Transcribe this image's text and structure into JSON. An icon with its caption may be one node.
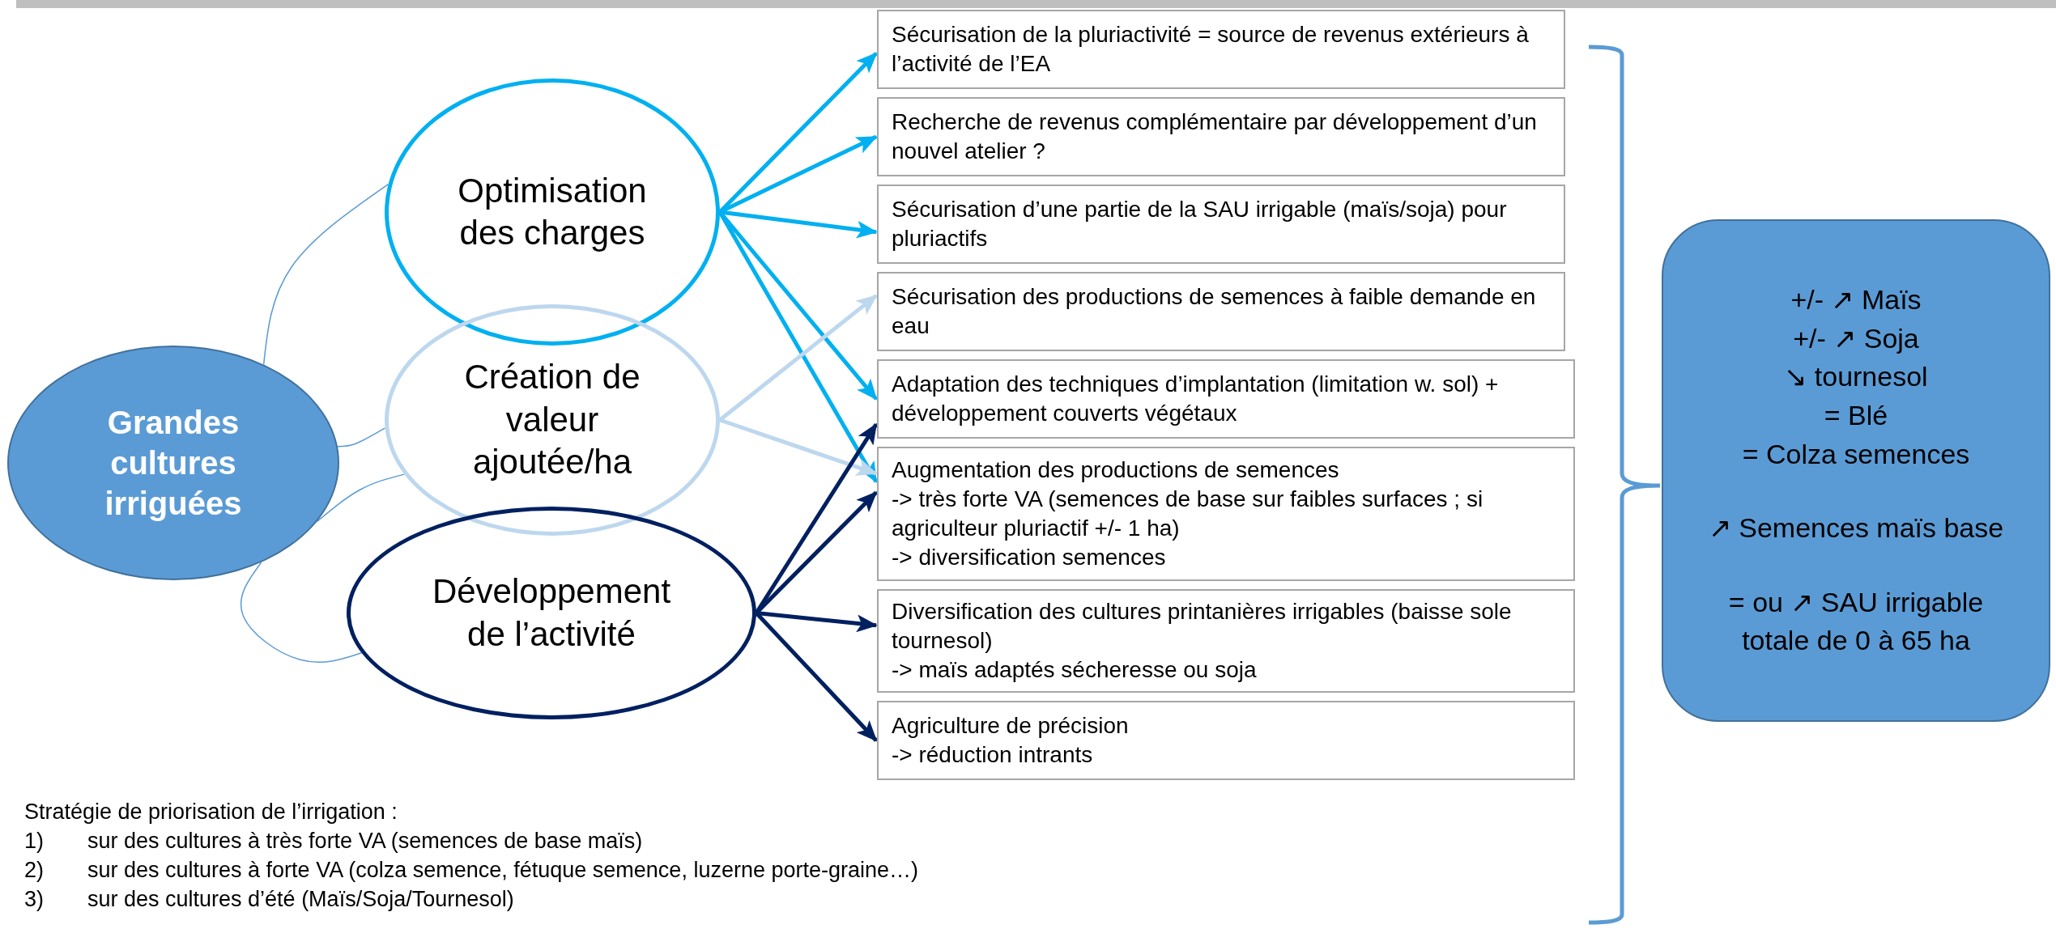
{
  "diagram": {
    "nodes": [
      {
        "text": [
          "Grandes cultures irriguées"
        ]
      },
      {
        "text": [
          "Optimisation des charges"
        ]
      },
      {
        "text": [
          "Création de valeur ajoutée/ha"
        ]
      },
      {
        "text": [
          "Développement de l’activité"
        ]
      },
      {
        "text": [
          "Sécurisation de la pluriactivité = source de revenus extérieurs à l’activité de l’EA"
        ]
      },
      {
        "text": [
          "Recherche de revenus complémentaire par développement d’un nouvel atelier ?"
        ]
      },
      {
        "text": [
          "Sécurisation d’une partie de la SAU irrigable (maïs/soja) pour pluriactifs"
        ]
      },
      {
        "text": [
          "Sécurisation des productions de semences à faible demande en eau"
        ]
      },
      {
        "text": [
          "Adaptation des techniques d’implantation (limitation w. sol) + développement couverts végétaux"
        ]
      },
      {
        "text": [
          "Augmentation des productions de semences",
          "-> très forte VA (semences de base sur faibles surfaces ; si agriculteur pluriactif +/- 1 ha)",
          "-> diversification semences"
        ]
      },
      {
        "text": [
          "Diversification des cultures printanières irrigables (baisse sole tournesol)",
          "-> maïs adaptés sécheresse ou soja"
        ]
      },
      {
        "text": [
          "Agriculture de précision",
          "-> réduction intrants"
        ]
      },
      {
        "text": [
          "+/- ↗ Maïs",
          "+/- ↗ Soja",
          "↘ tournesol",
          "= Blé",
          "= Colza semences",
          "↗  Semences maïs base",
          "= ou ↗ SAU irrigable totale de 0 à 65 ha"
        ]
      }
    ],
    "edges": [
      {
        "from": 0,
        "to": 1,
        "arrow": "none",
        "color": "#5b9bd5"
      },
      {
        "from": 0,
        "to": 2,
        "arrow": "none",
        "color": "#5b9bd5"
      },
      {
        "from": 0,
        "to": 2,
        "arrow": "none",
        "color": "#5b9bd5"
      },
      {
        "from": 0,
        "to": 3,
        "arrow": "none",
        "color": "#5b9bd5"
      },
      {
        "from": 1,
        "to": 4,
        "arrow": "to",
        "color": "#00b0f0"
      },
      {
        "from": 1,
        "to": 5,
        "arrow": "to",
        "color": "#00b0f0"
      },
      {
        "from": 1,
        "to": 6,
        "arrow": "to",
        "color": "#00b0f0"
      },
      {
        "from": 1,
        "to": 8,
        "arrow": "to",
        "color": "#00b0f0"
      },
      {
        "from": 1,
        "to": 9,
        "arrow": "to",
        "color": "#00b0f0"
      },
      {
        "from": 2,
        "to": 7,
        "arrow": "to",
        "color": "#bdd7ee"
      },
      {
        "from": 2,
        "to": 9,
        "arrow": "to",
        "color": "#bdd7ee"
      },
      {
        "from": 3,
        "to": 8,
        "arrow": "to",
        "color": "#002060"
      },
      {
        "from": 3,
        "to": 9,
        "arrow": "to",
        "color": "#002060"
      },
      {
        "from": 3,
        "to": 10,
        "arrow": "to",
        "color": "#002060"
      },
      {
        "from": 3,
        "to": 11,
        "arrow": "to",
        "color": "#002060"
      }
    ],
    "labels": [
      "Stratégie de priorisation de l’irrigation :",
      "1)",
      "sur des cultures à très forte VA (semences de base maïs)",
      "2)",
      "sur des cultures à forte VA (colza semence, fétuque semence, luzerne porte-graine…)",
      "3)",
      "sur des cultures d’été (Maïs/Soja/Tournesol)"
    ]
  }
}
